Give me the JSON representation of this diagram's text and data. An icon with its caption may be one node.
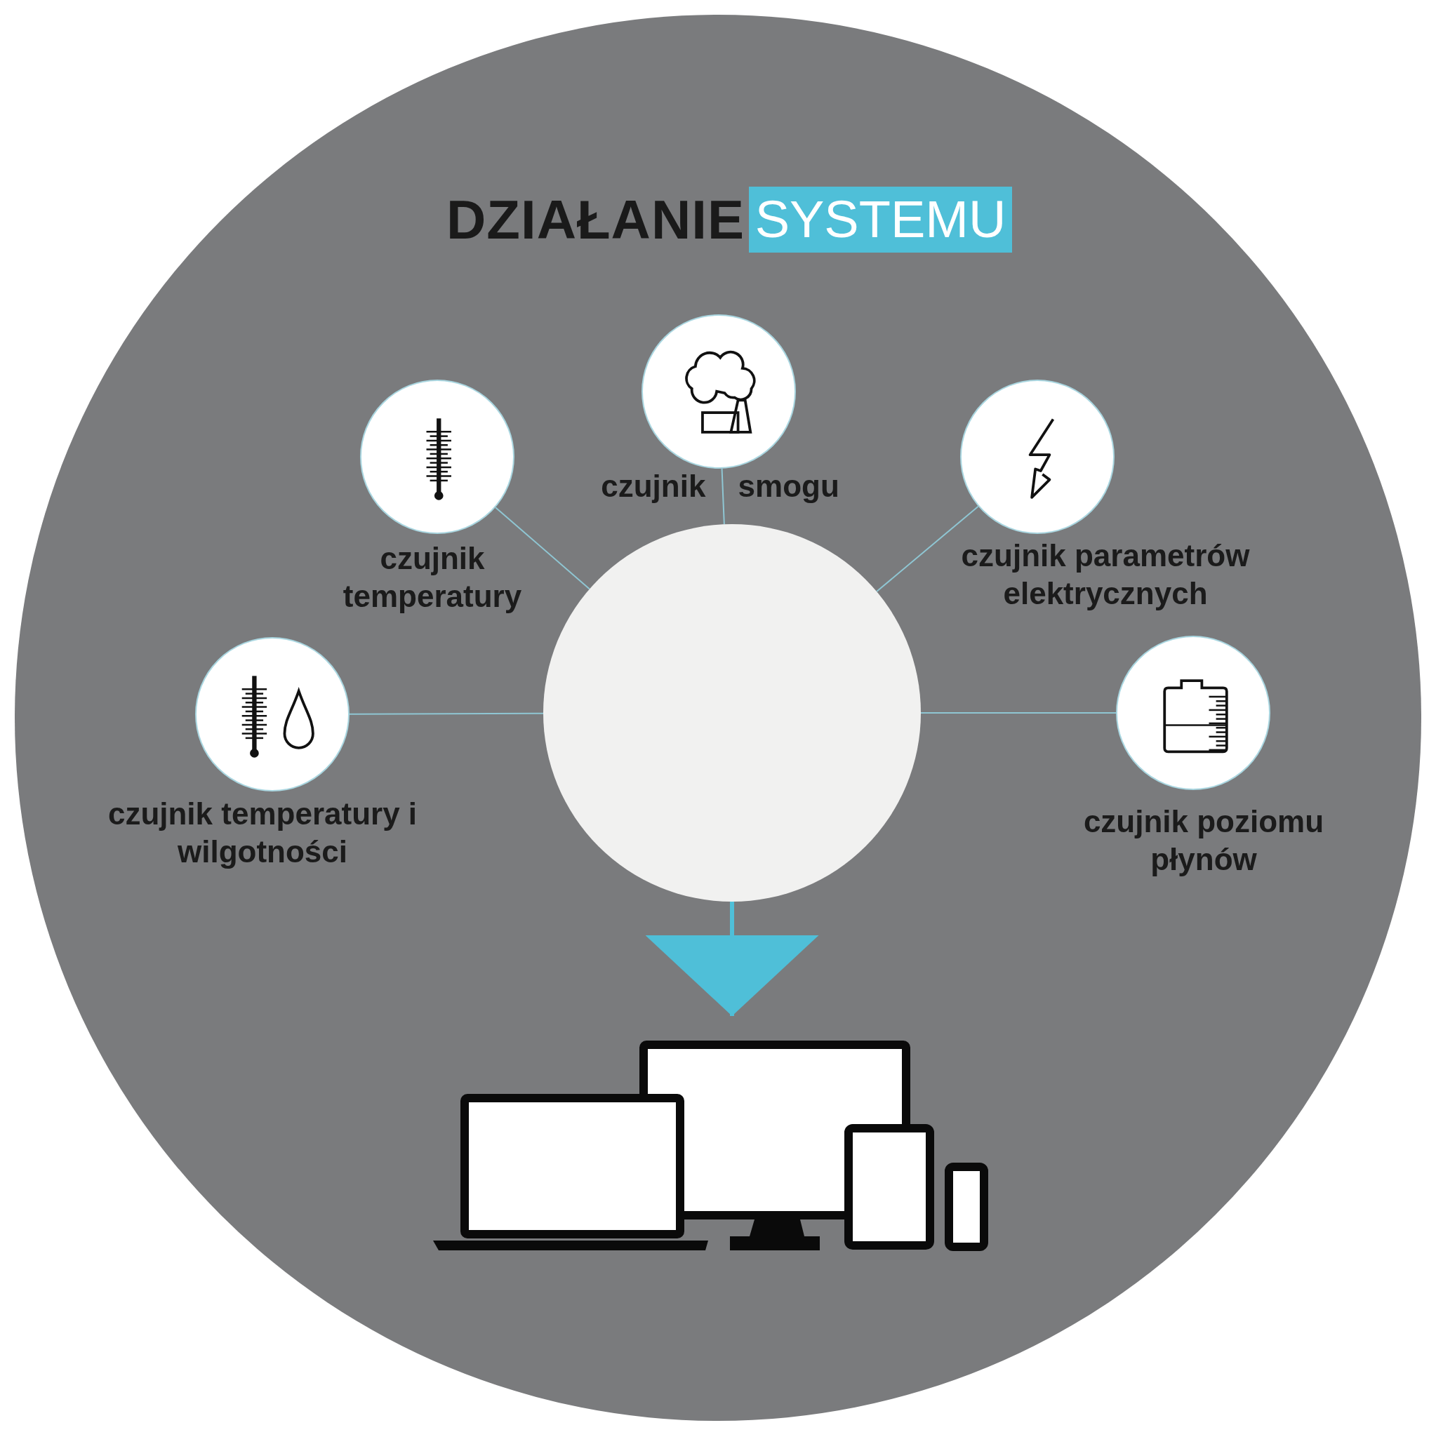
{
  "diagram": {
    "title": "DZIAŁANIE",
    "nodes": [
      {
        "text": [
          "SYSTEMU"
        ]
      },
      {
        "text": [],
        "shape": "circle",
        "beside": [
          "czujnik smogu"
        ]
      },
      {
        "text": [],
        "shape": "circle",
        "beside": [
          "czujnik temperatury"
        ]
      },
      {
        "text": [],
        "shape": "circle",
        "beside": [
          "czujnik parametrów elektrycznych"
        ]
      },
      {
        "text": [],
        "shape": "circle",
        "beside": [
          "czujnik temperatury i wilgotności"
        ]
      },
      {
        "text": [],
        "shape": "circle"
      },
      {
        "text": [],
        "shape": "circle",
        "beside": [
          "czujnik poziomu płynów"
        ]
      },
      {
        "text": [],
        "shape": "picture"
      }
    ],
    "edges": [
      {
        "from": 1,
        "to": 5,
        "arrow": "none"
      },
      {
        "from": 2,
        "to": 5,
        "arrow": "none"
      },
      {
        "from": 3,
        "to": 5,
        "arrow": "none"
      },
      {
        "from": 4,
        "to": 5,
        "arrow": "none"
      },
      {
        "from": 6,
        "to": 5,
        "arrow": "none"
      },
      {
        "from": 5,
        "to": 7,
        "arrow": "to",
        "style": "thick",
        "color": "#4fbfd8"
      }
    ]
  }
}
